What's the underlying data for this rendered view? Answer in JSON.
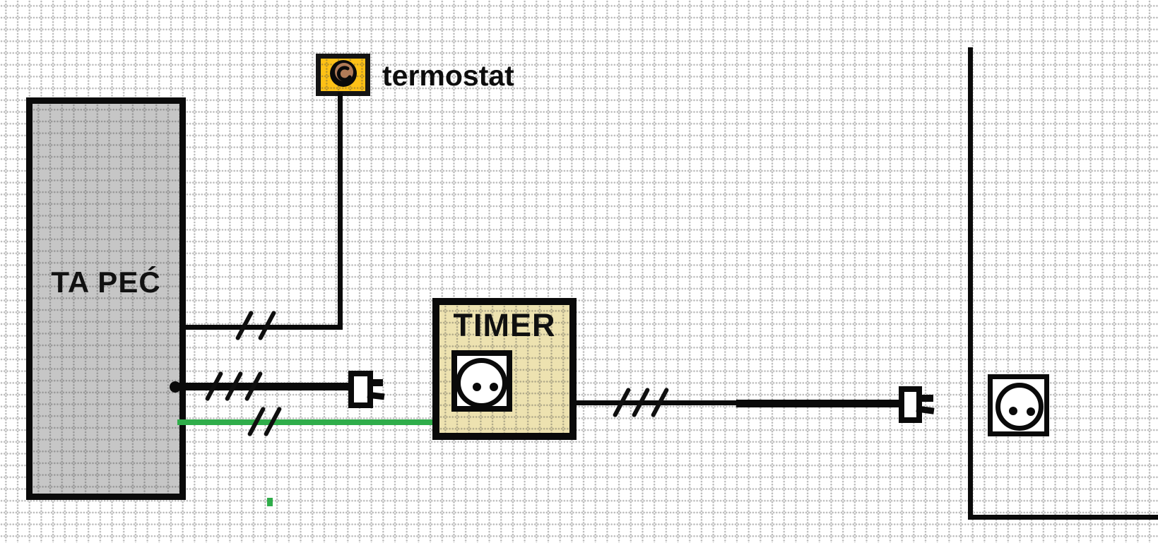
{
  "diagram": {
    "type": "electrical-wiring-diagram",
    "labels": {
      "heater": "TA PEĆ",
      "thermostat": "termostat",
      "timer": "TIMER"
    },
    "components": [
      {
        "id": "heater",
        "label": "TA PEĆ",
        "kind": "storage-heater"
      },
      {
        "id": "thermostat",
        "label": "termostat",
        "kind": "thermostat-dial"
      },
      {
        "id": "timer",
        "label": "TIMER",
        "kind": "timer-with-socket"
      },
      {
        "id": "plug-heater",
        "kind": "power-plug"
      },
      {
        "id": "plug-timer",
        "kind": "power-plug"
      },
      {
        "id": "wall-outlet",
        "kind": "wall-socket"
      },
      {
        "id": "wall",
        "kind": "wall-line"
      }
    ],
    "wires": [
      {
        "id": "heater-thermostat",
        "from": "heater",
        "to": "thermostat",
        "conductors": 2,
        "color": "#0a0a0a",
        "style": "thin"
      },
      {
        "id": "heater-cord",
        "from": "heater",
        "to": "plug-heater",
        "conductors": 3,
        "color": "#0a0a0a",
        "style": "thick"
      },
      {
        "id": "ground-link",
        "from": "heater",
        "to": "timer",
        "conductors": 2,
        "color": "#2fad4a",
        "style": "ground"
      },
      {
        "id": "timer-cord",
        "from": "timer",
        "to": "plug-timer",
        "conductors": 3,
        "color": "#0a0a0a",
        "style": "thin-then-thick"
      }
    ],
    "colors": {
      "heater_fill": "#c6c6c6",
      "thermostat_fill": "#fdc116",
      "timer_fill": "#ede2b0",
      "ground_green": "#2fad4a",
      "wire_black": "#0a0a0a",
      "knob_brown": "#b07b58",
      "grid_dot": "#464646"
    }
  }
}
